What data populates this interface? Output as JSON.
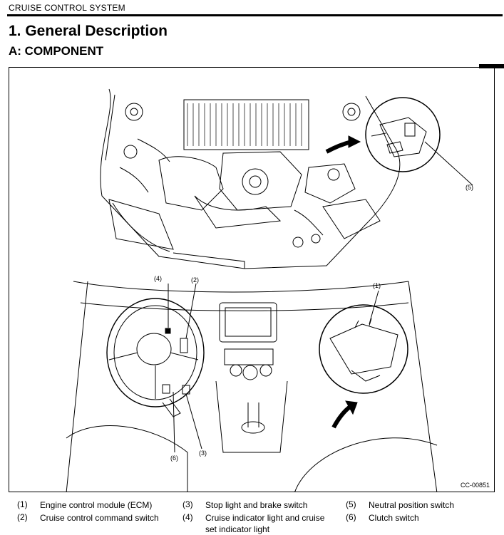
{
  "header": {
    "section": "CRUISE CONTROL SYSTEM"
  },
  "heading": {
    "title": "1.  General Description",
    "subtitle": "A:  COMPONENT"
  },
  "figure": {
    "code": "CC-00851",
    "callouts": [
      "(1)",
      "(2)",
      "(3)",
      "(4)",
      "(5)",
      "(6)"
    ]
  },
  "legend": [
    {
      "num": "(1)",
      "text": "Engine control module (ECM)"
    },
    {
      "num": "(2)",
      "text": "Cruise control command switch"
    },
    {
      "num": "(3)",
      "text": "Stop light and brake switch"
    },
    {
      "num": "(4)",
      "text": "Cruise indicator light and cruise",
      "text2": "set indicator light"
    },
    {
      "num": "(5)",
      "text": "Neutral position switch"
    },
    {
      "num": "(6)",
      "text": "Clutch switch"
    }
  ]
}
